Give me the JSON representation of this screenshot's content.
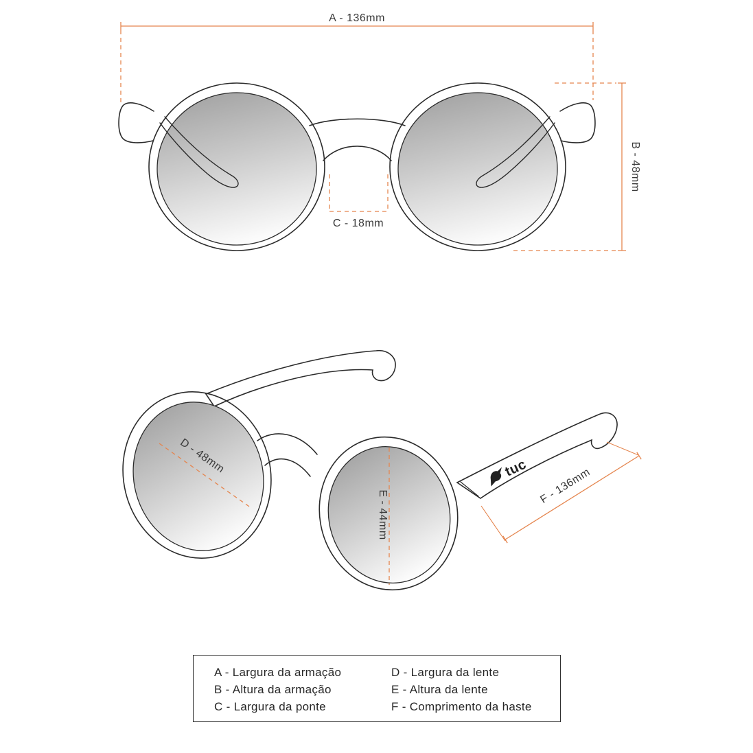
{
  "colors": {
    "dimension_line": "#e5854e",
    "outline": "#2b2b2b",
    "label_text": "#3a3a3a",
    "lens_gradient_top": "#a2a2a2",
    "lens_gradient_bottom": "#fbfbfb"
  },
  "front_view": {
    "dimension_a": "A - 136mm",
    "dimension_b": "B - 48mm",
    "dimension_c": "C - 18mm"
  },
  "perspective_view": {
    "dimension_d": "D - 48mm",
    "dimension_e": "E - 44mm",
    "dimension_f": "F - 136mm",
    "brand_logo": "tuc"
  },
  "legend": {
    "items_left": [
      "A - Largura da armação",
      "B - Altura da armação",
      "C - Largura da ponte"
    ],
    "items_right": [
      "D - Largura da lente",
      "E - Altura da lente",
      "F - Comprimento da haste"
    ]
  }
}
